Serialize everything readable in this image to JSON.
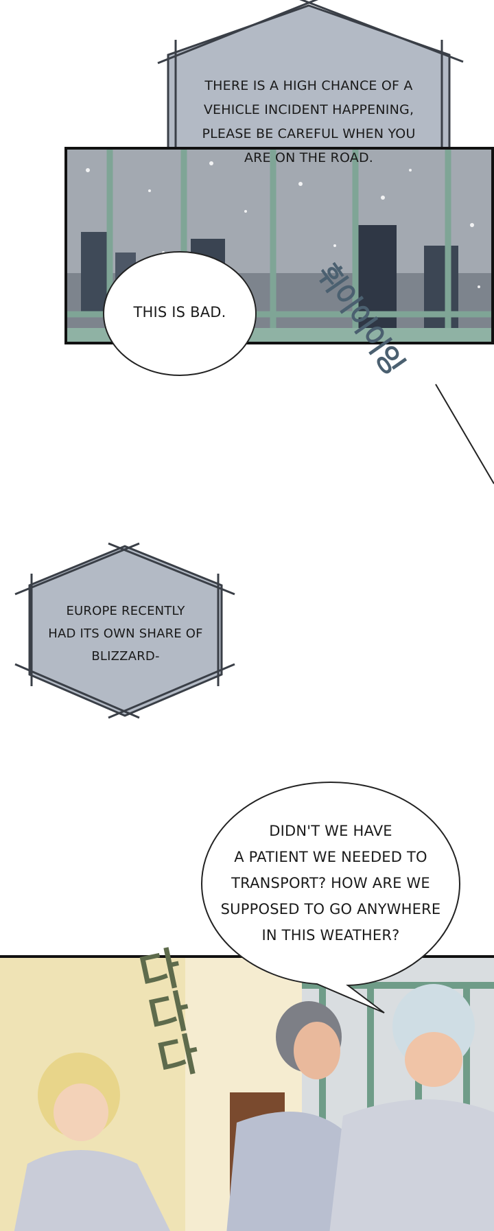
{
  "captions": {
    "warning": [
      "THERE IS A HIGH CHANCE OF A",
      "VEHICLE INCIDENT HAPPENING,",
      "PLEASE BE CAREFUL WHEN YOU",
      "ARE ON THE ROAD."
    ],
    "this_is_bad": "THIS IS BAD.",
    "europe": [
      "EUROPE RECENTLY",
      "HAD ITS OWN SHARE OF",
      "BLIZZARD-"
    ],
    "transport": [
      "DIDN'T WE HAVE",
      "A PATIENT WE NEEDED TO",
      "TRANSPORT? HOW ARE WE",
      "SUPPOSED TO GO ANYWHERE",
      "IN THIS WEATHER?"
    ]
  },
  "sfx": {
    "wind": "휘이이이잉",
    "footsteps": "다다다"
  },
  "colors": {
    "caption_box": "#b3bac5",
    "caption_frame": "#3a3f47",
    "window_frame": "#7fa596",
    "sky": "#9aa0a8",
    "wall": "#eee2b8"
  }
}
